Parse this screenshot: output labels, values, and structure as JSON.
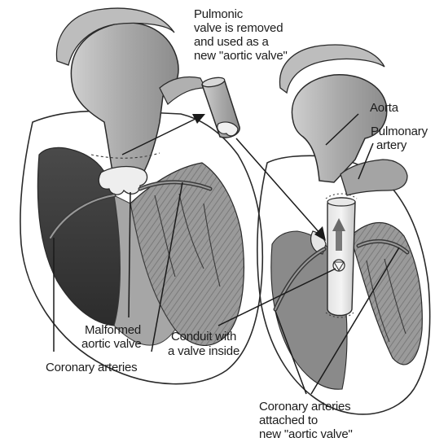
{
  "labels": {
    "pulmonic_line1": "Pulmonic",
    "pulmonic_line2": "valve is removed",
    "pulmonic_line3": "and used as a",
    "pulmonic_line4": "new \"aortic valve\"",
    "aorta": "Aorta",
    "pulmonary_line1": "Pulmonary",
    "pulmonary_line2": "artery",
    "malformed_line1": "Malformed",
    "malformed_line2": "aortic valve",
    "coronary_left": "Coronary arteries",
    "conduit_line1": "Conduit with",
    "conduit_line2": "a valve inside",
    "coronary_attached_line1": "Coronary arteries",
    "coronary_attached_line2": "attached to",
    "coronary_attached_line3": "new \"aortic valve\""
  }
}
